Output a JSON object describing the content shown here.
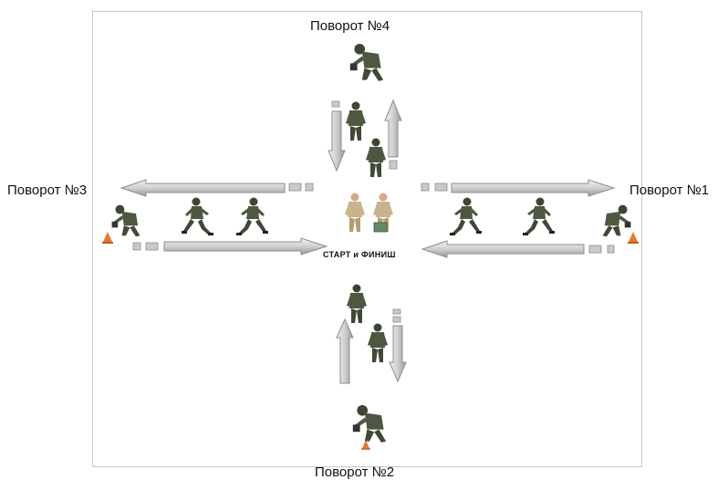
{
  "labels": {
    "turn_4": "Поворот №4",
    "turn_3": "Поворот №3",
    "turn_1": "Поворот №1",
    "turn_2": "Поворот №2",
    "center": "СТАРТ и ФИНИШ"
  },
  "colors": {
    "arrow_fill": "#d6d6d6",
    "arrow_stroke": "#8e8e8e",
    "cone": "#e8782a",
    "uniform": "#4d5840",
    "uniform_light": "#c7b48c",
    "skin": "#d9a882"
  },
  "icons": [
    "soldier-crouching-icon",
    "soldier-running-icon",
    "soldier-standing-icon",
    "traffic-cone-icon"
  ]
}
